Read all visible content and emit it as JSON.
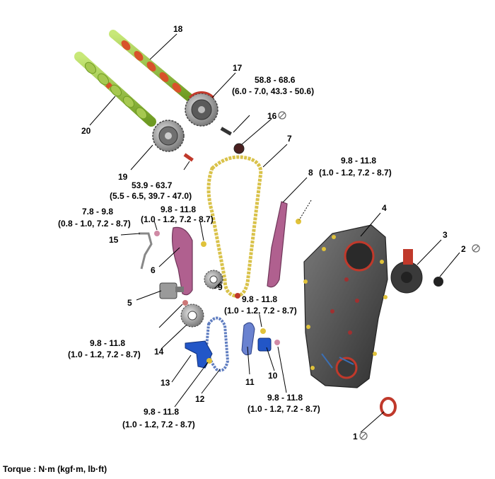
{
  "parts": [
    {
      "id": "1",
      "number": "1",
      "no_reuse": true
    },
    {
      "id": "2",
      "number": "2",
      "no_reuse": true
    },
    {
      "id": "3",
      "number": "3"
    },
    {
      "id": "4",
      "number": "4"
    },
    {
      "id": "5",
      "number": "5"
    },
    {
      "id": "6",
      "number": "6"
    },
    {
      "id": "7",
      "number": "7"
    },
    {
      "id": "8",
      "number": "8"
    },
    {
      "id": "9",
      "number": "9"
    },
    {
      "id": "10",
      "number": "10"
    },
    {
      "id": "11",
      "number": "11"
    },
    {
      "id": "12",
      "number": "12"
    },
    {
      "id": "13",
      "number": "13"
    },
    {
      "id": "14",
      "number": "14"
    },
    {
      "id": "15",
      "number": "15"
    },
    {
      "id": "16",
      "number": "16",
      "no_reuse": true
    },
    {
      "id": "17",
      "number": "17"
    },
    {
      "id": "18",
      "number": "18"
    },
    {
      "id": "19",
      "number": "19"
    },
    {
      "id": "20",
      "number": "20"
    }
  ],
  "torques": [
    {
      "id": "t17",
      "line1": "58.8 - 68.6",
      "line2": "(6.0 - 7.0, 43.3 - 50.6)"
    },
    {
      "id": "t19",
      "line1": "53.9 - 63.7",
      "line2": "(5.5 - 6.5, 39.7 - 47.0)"
    },
    {
      "id": "t8",
      "line1": "9.8 - 11.8",
      "line2": "(1.0 - 1.2, 7.2 - 8.7)"
    },
    {
      "id": "t15",
      "line1": "7.8 - 9.8",
      "line2": "(0.8 - 1.0, 7.2 - 8.7)"
    },
    {
      "id": "t6",
      "line1": "9.8 - 11.8",
      "line2": "(1.0 - 1.2, 7.2 - 8.7)"
    },
    {
      "id": "t9",
      "line1": "9.8 - 11.8",
      "line2": "(1.0 - 1.2, 7.2 - 8.7)"
    },
    {
      "id": "t5",
      "line1": "9.8 - 11.8",
      "line2": "(1.0 - 1.2, 7.2 - 8.7)"
    },
    {
      "id": "t10",
      "line1": "9.8 - 11.8",
      "line2": "(1.0 - 1.2, 7.2 - 8.7)"
    },
    {
      "id": "t13",
      "line1": "9.8 - 11.8",
      "line2": "(1.0 - 1.2, 7.2 - 8.7)"
    }
  ],
  "caption": "Torque : N·m (kgf·m, lb·ft)",
  "colors": {
    "camshaft": "#9ccc3c",
    "lobe": "#d8522a",
    "chain": "#d9c24a",
    "guide": "#b0608f",
    "cover": "#4a4a4a",
    "seal": "#c0392b",
    "bracket_blue": "#2256c7",
    "bolt_yellow": "#e0c23a",
    "gear_gray": "#9a9a9a"
  }
}
